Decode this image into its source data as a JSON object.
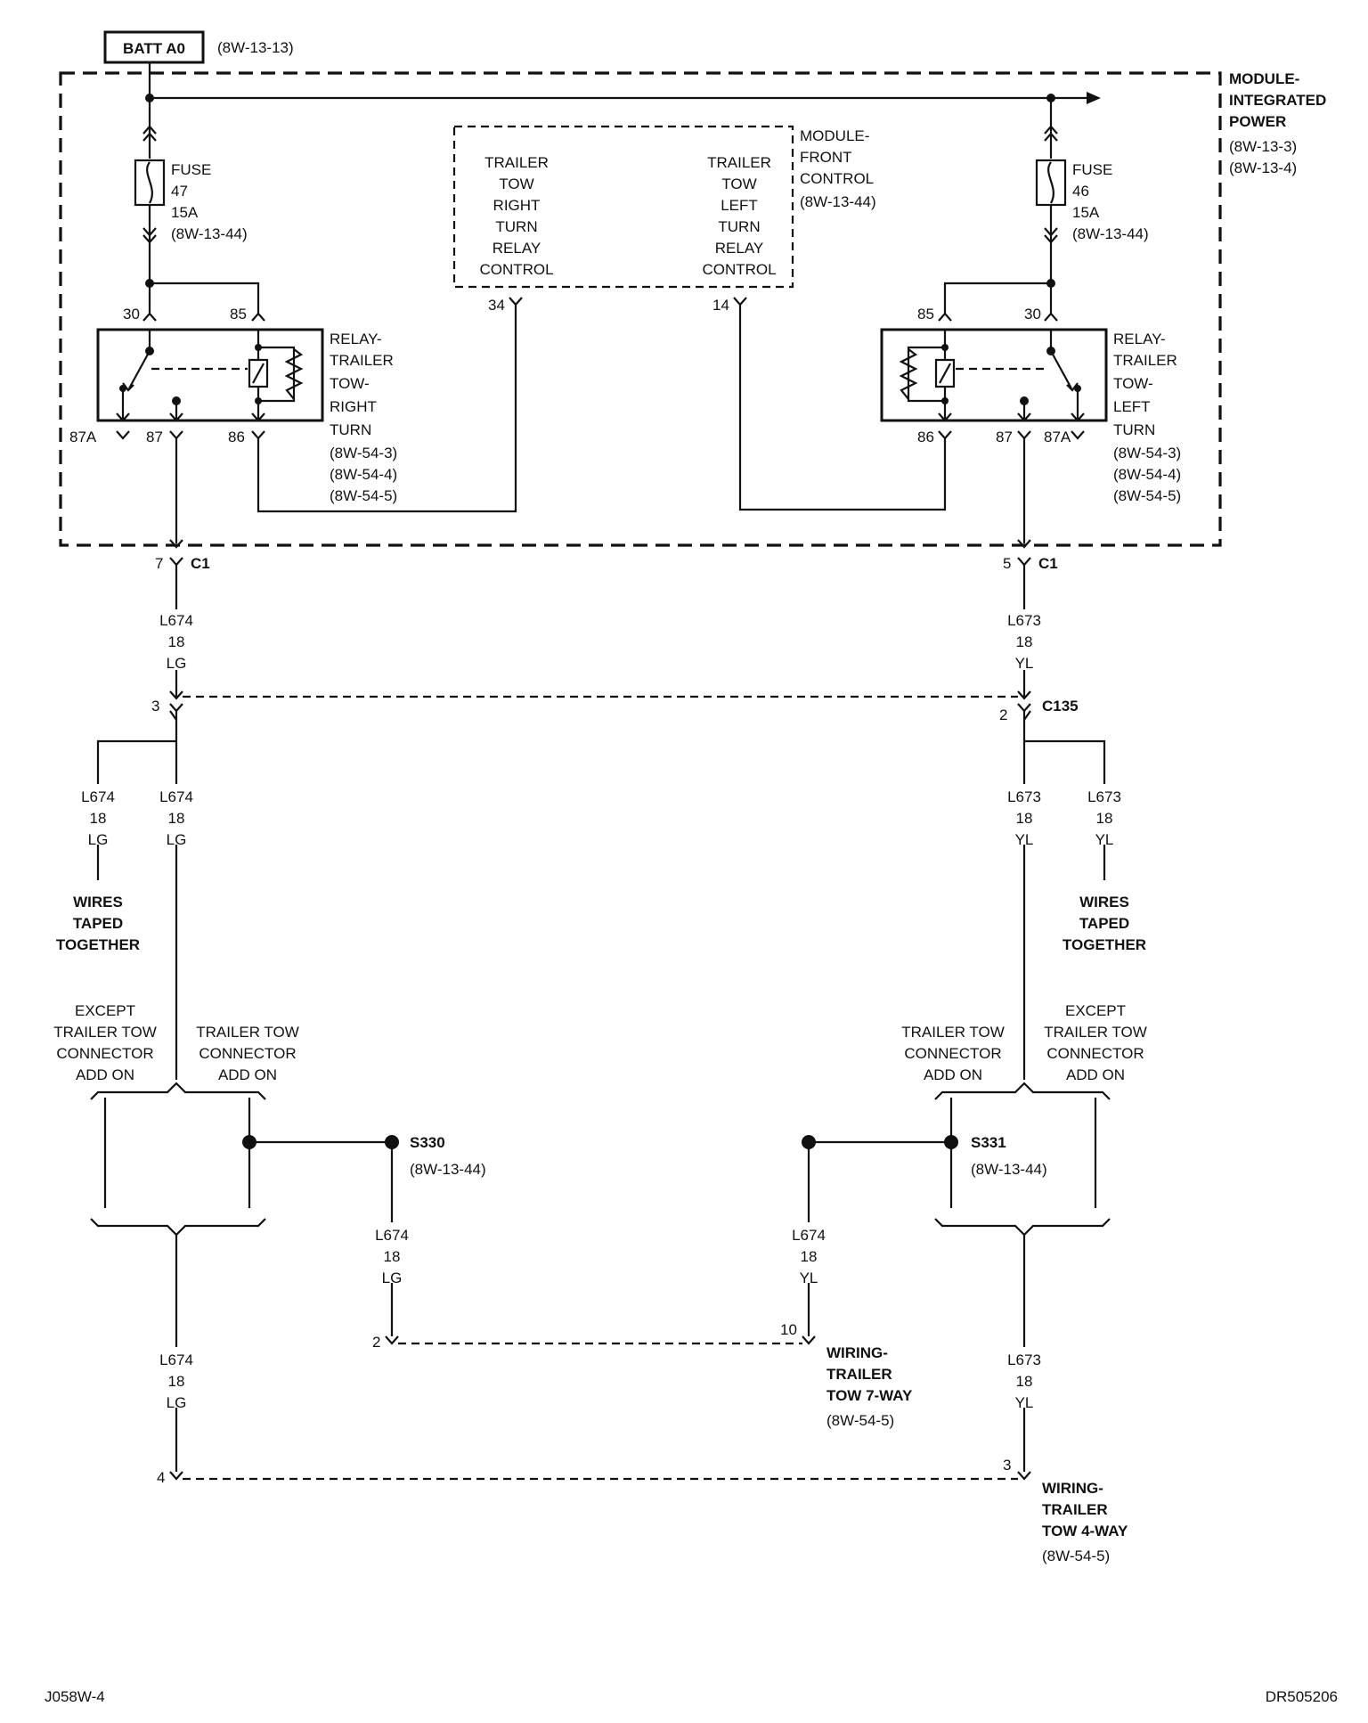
{
  "batt": {
    "label": "BATT A0",
    "ref": "(8W-13-13)"
  },
  "module_ipm": {
    "l1": "MODULE-",
    "l2": "INTEGRATED",
    "l3": "POWER",
    "ref1": "(8W-13-3)",
    "ref2": "(8W-13-4)"
  },
  "module_fcm": {
    "l1": "MODULE-",
    "l2": "FRONT",
    "l3": "CONTROL",
    "ref": "(8W-13-44)",
    "right_ctrl": [
      "TRAILER",
      "TOW",
      "RIGHT",
      "TURN",
      "RELAY",
      "CONTROL"
    ],
    "left_ctrl": [
      "TRAILER",
      "TOW",
      "LEFT",
      "TURN",
      "RELAY",
      "CONTROL"
    ],
    "pin_right": "34",
    "pin_left": "14"
  },
  "fuse47": {
    "l1": "FUSE",
    "num": "47",
    "amp": "15A",
    "ref": "(8W-13-44)"
  },
  "fuse46": {
    "l1": "FUSE",
    "num": "46",
    "amp": "15A",
    "ref": "(8W-13-44)"
  },
  "relay_right": {
    "l1": "RELAY-",
    "l2": "TRAILER",
    "l3": "TOW-",
    "l4": "RIGHT",
    "l5": "TURN",
    "ref1": "(8W-54-3)",
    "ref2": "(8W-54-4)",
    "ref3": "(8W-54-5)",
    "p30": "30",
    "p85": "85",
    "p87a": "87A",
    "p87": "87",
    "p86": "86"
  },
  "relay_left": {
    "l1": "RELAY-",
    "l2": "TRAILER",
    "l3": "TOW-",
    "l4": "LEFT",
    "l5": "TURN",
    "ref1": "(8W-54-3)",
    "ref2": "(8W-54-4)",
    "ref3": "(8W-54-5)",
    "p30": "30",
    "p85": "85",
    "p87a": "87A",
    "p87": "87",
    "p86": "86"
  },
  "c1": {
    "name": "C1",
    "pin_left": "7",
    "pin_right": "5"
  },
  "c135": {
    "name": "C135",
    "pin_left": "3",
    "pin_right": "2"
  },
  "wire_l674_lg": {
    "circuit": "L674",
    "gauge": "18",
    "color": "LG"
  },
  "wire_l673_yl": {
    "circuit": "L673",
    "gauge": "18",
    "color": "YL"
  },
  "wire_l674_yl": {
    "circuit": "L674",
    "gauge": "18",
    "color": "YL"
  },
  "taped": {
    "l1": "WIRES",
    "l2": "TAPED",
    "l3": "TOGETHER"
  },
  "except_option": {
    "l1": "EXCEPT",
    "l2": "TRAILER TOW",
    "l3": "CONNECTOR",
    "l4": "ADD ON"
  },
  "addon_option": {
    "l1": "TRAILER TOW",
    "l2": "CONNECTOR",
    "l3": "ADD ON"
  },
  "s330": {
    "name": "S330",
    "ref": "(8W-13-44)"
  },
  "s331": {
    "name": "S331",
    "ref": "(8W-13-44)"
  },
  "tow7": {
    "l1": "WIRING-",
    "l2": "TRAILER",
    "l3": "TOW 7-WAY",
    "ref": "(8W-54-5)",
    "pin_left": "2",
    "pin_right": "10"
  },
  "tow4": {
    "l1": "WIRING-",
    "l2": "TRAILER",
    "l3": "TOW 4-WAY",
    "ref": "(8W-54-5)",
    "pin_left": "4",
    "pin_right": "3"
  },
  "footer": {
    "left": "J058W-4",
    "right": "DR505206"
  }
}
